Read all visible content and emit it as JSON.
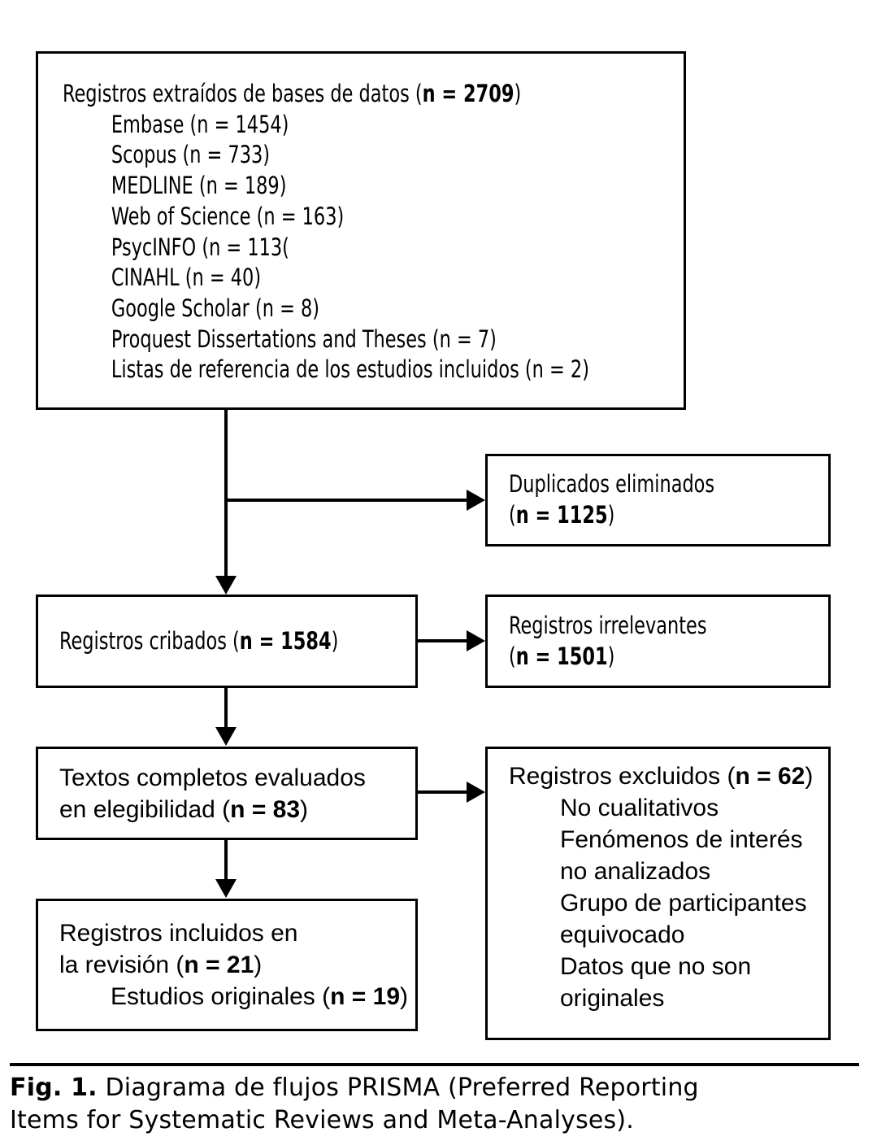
{
  "diagram": {
    "type": "prisma-flow",
    "identified": {
      "header_prefix": "Registros extraídos de bases de datos (",
      "header_n": "n = 2709",
      "header_suffix": ")",
      "sources": [
        "Embase (n = 1454)",
        "Scopus (n = 733)",
        "MEDLINE (n = 189)",
        "Web of Science (n = 163)",
        "PsycINFO (n = 113(",
        "CINAHL (n = 40)",
        "Google Scholar (n = 8)",
        "Proquest Dissertations and Theses (n = 7)",
        "Listas de referencia de los estudios incluidos (n = 2)"
      ]
    },
    "duplicates": {
      "label": "Duplicados eliminados",
      "count_prefix": "(",
      "count_n": "n = 1125",
      "count_suffix": ")"
    },
    "screened": {
      "label_prefix": "Registros cribados (",
      "label_n": "n = 1584",
      "label_suffix": ")"
    },
    "irrelevant": {
      "label": "Registros irrelevantes",
      "count_prefix": "(",
      "count_n": "n = 1501",
      "count_suffix": ")"
    },
    "fulltext": {
      "line1": "Textos completos evaluados",
      "line2_prefix": "en elegibilidad (",
      "line2_n": "n = 83",
      "line2_suffix": ")"
    },
    "excluded": {
      "header_prefix": "Registros excluidos (",
      "header_n": "n = 62",
      "header_suffix": ")",
      "reasons": [
        "No cualitativos",
        "Fenómenos de interés",
        "no analizados",
        "Grupo de participantes",
        "equivocado",
        "Datos que no son",
        "originales"
      ]
    },
    "included": {
      "line1": "Registros incluidos en",
      "line2_prefix": "la revisión (",
      "line2_n": "n = 21",
      "line2_suffix": ")",
      "line3_prefix": "Estudios originales (",
      "line3_n": "n = 19",
      "line3_suffix": ")"
    }
  },
  "caption": {
    "label": "Fig. 1.",
    "text_line1": " Diagrama de flujos PRISMA (Preferred Reporting",
    "text_line2": "Items for Systematic Reviews and Meta-Analyses)."
  },
  "colors": {
    "stroke": "#000000",
    "background": "#ffffff",
    "text": "#000000"
  }
}
